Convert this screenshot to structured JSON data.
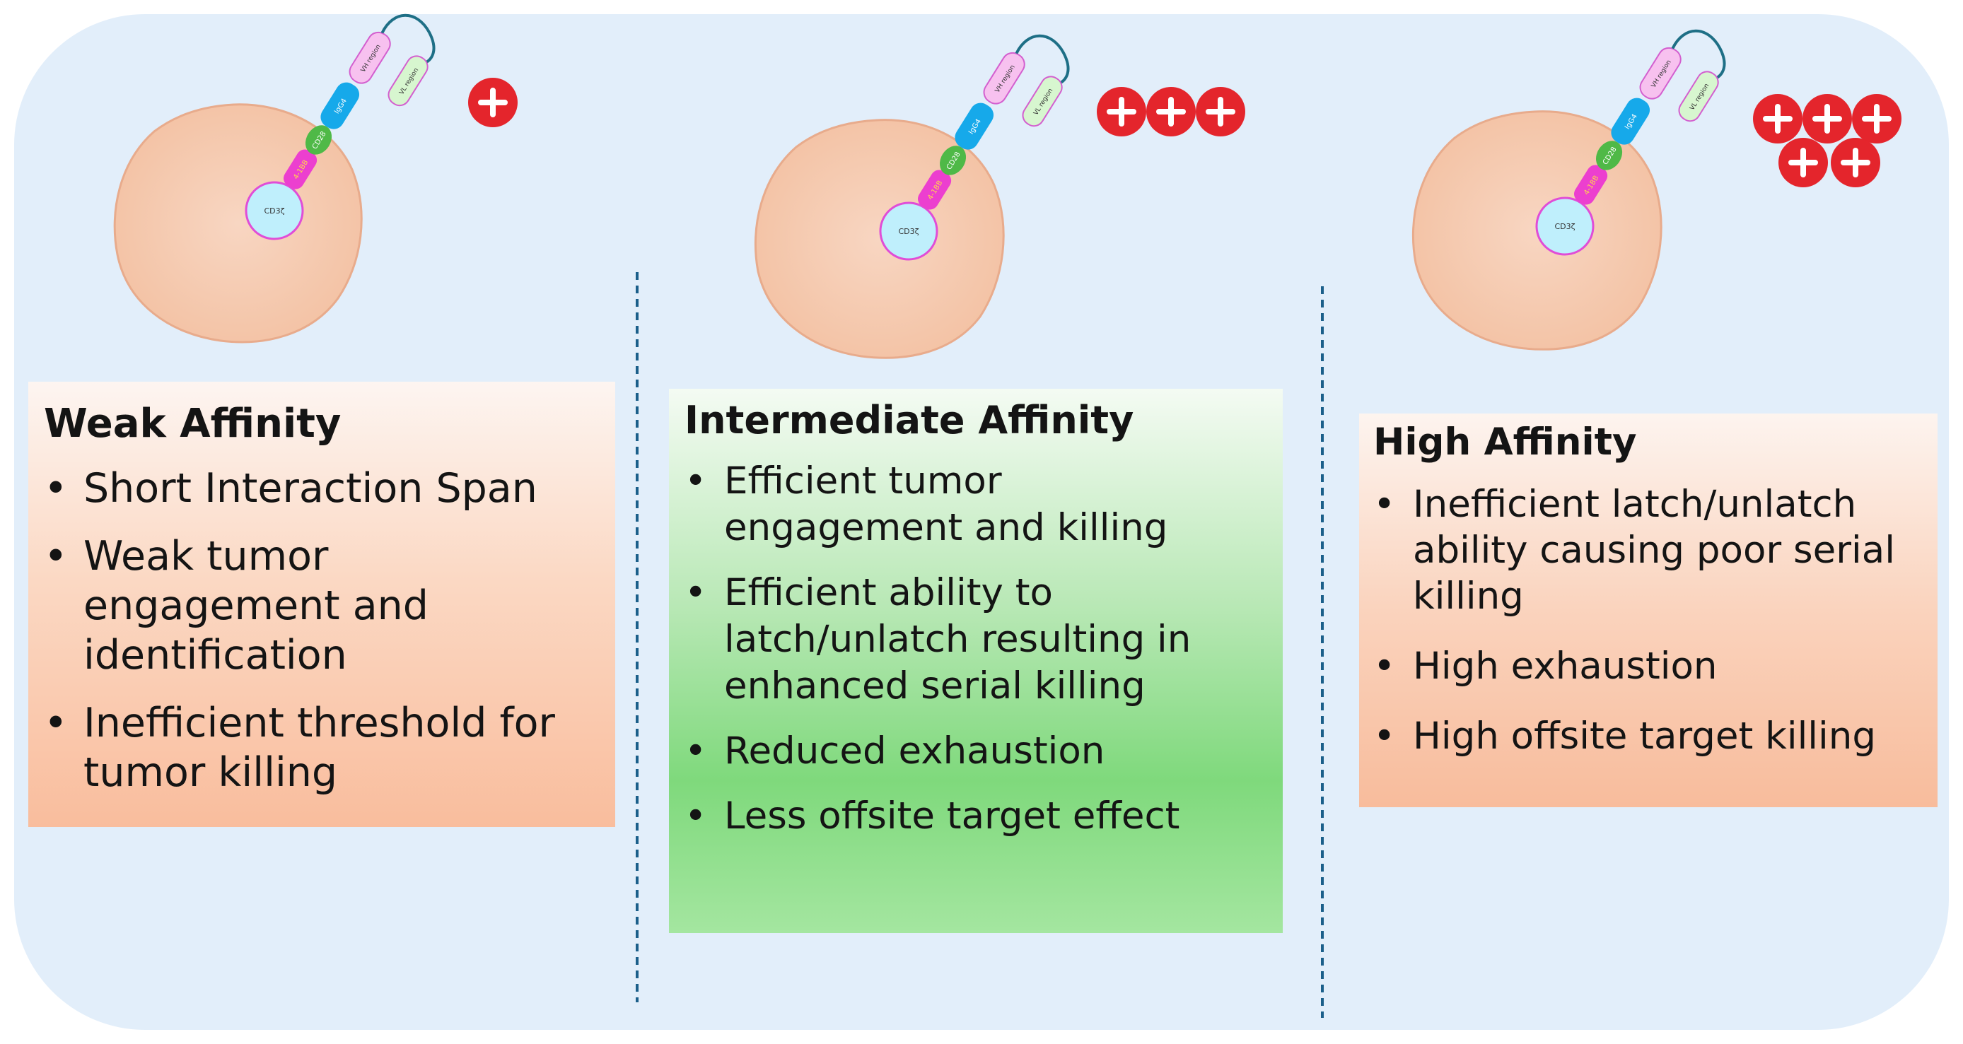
{
  "colors": {
    "panel": "#e2eefa",
    "cell_fill": "#f5c9ad",
    "cell_stroke": "#e8ab8c",
    "divider": "#1b5f8a",
    "plus_red": "#e4252c",
    "cd3z": "#bfeffc",
    "cd3z_stroke": "#e04dd7",
    "cd137": "#ec3fcf",
    "cd28": "#4fb947",
    "igg4": "#16a9ea",
    "vh_region": "#f7c1ef",
    "vl_region": "#d7f6cf",
    "linker": "#1e6f86"
  },
  "icons": [
    "plus-icon"
  ],
  "construct": {
    "cd3z": "CD3ζ",
    "costim": "4-1BB",
    "cd28": "CD28",
    "igg4": "IgG4",
    "vh": "VH region",
    "vl": "VL region"
  },
  "panels": [
    {
      "title": "Weak Affinity",
      "bullet": "•",
      "plus_count": 1,
      "points": [
        "Short Interaction Span",
        "Weak tumor engagement and identification",
        "Inefficient threshold for tumor killing"
      ]
    },
    {
      "title": "Intermediate Affinity",
      "bullet": "•",
      "plus_count": 3,
      "points": [
        "Efficient tumor engagement and killing",
        "Efficient ability to latch/unlatch resulting in enhanced serial killing",
        "Reduced exhaustion",
        "Less offsite target effect"
      ]
    },
    {
      "title": "High Affinity",
      "bullet": "•",
      "plus_count": 5,
      "points": [
        "Inefficient latch/unlatch ability causing poor serial killing",
        "High exhaustion",
        "High offsite target killing"
      ]
    }
  ]
}
